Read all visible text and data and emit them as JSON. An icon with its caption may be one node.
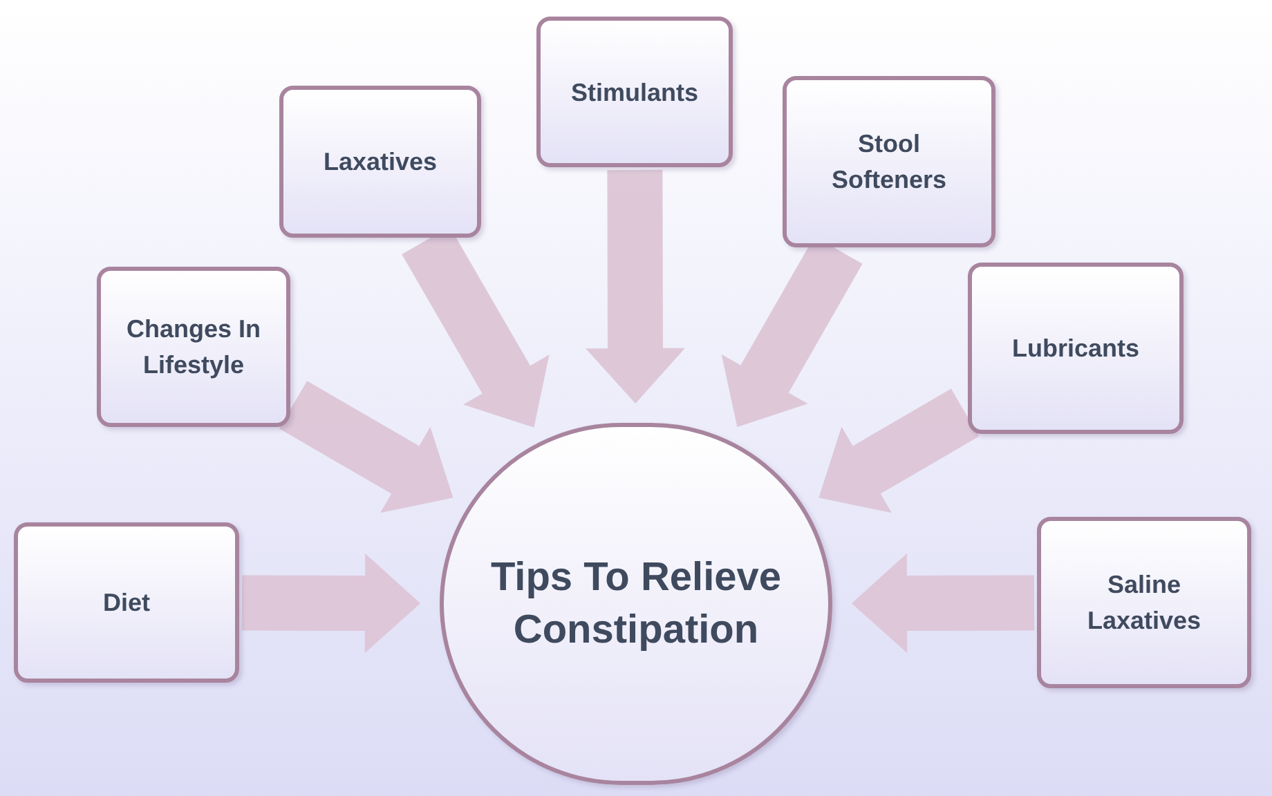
{
  "diagram": {
    "nodes": [
      {
        "text": [
          "Tips To Relieve Constipation"
        ]
      },
      {
        "text": [
          "Diet"
        ]
      },
      {
        "text": [
          "Changes In Lifestyle"
        ]
      },
      {
        "text": [
          "Laxatives"
        ]
      },
      {
        "text": [
          "Stimulants"
        ]
      },
      {
        "text": [
          "Stool Softeners"
        ]
      },
      {
        "text": [
          "Lubricants"
        ]
      },
      {
        "text": [
          "Saline Laxatives"
        ]
      }
    ],
    "edges": [
      {
        "from": 1,
        "to": 0,
        "arrow": "to",
        "style": "thick"
      },
      {
        "from": 2,
        "to": 0,
        "arrow": "to",
        "style": "thick"
      },
      {
        "from": 3,
        "to": 0,
        "arrow": "to",
        "style": "thick"
      },
      {
        "from": 4,
        "to": 0,
        "arrow": "to",
        "style": "thick"
      },
      {
        "from": 5,
        "to": 0,
        "arrow": "to",
        "style": "thick"
      },
      {
        "from": 6,
        "to": 0,
        "arrow": "to",
        "style": "thick"
      },
      {
        "from": 7,
        "to": 0,
        "arrow": "to",
        "style": "thick"
      }
    ]
  }
}
